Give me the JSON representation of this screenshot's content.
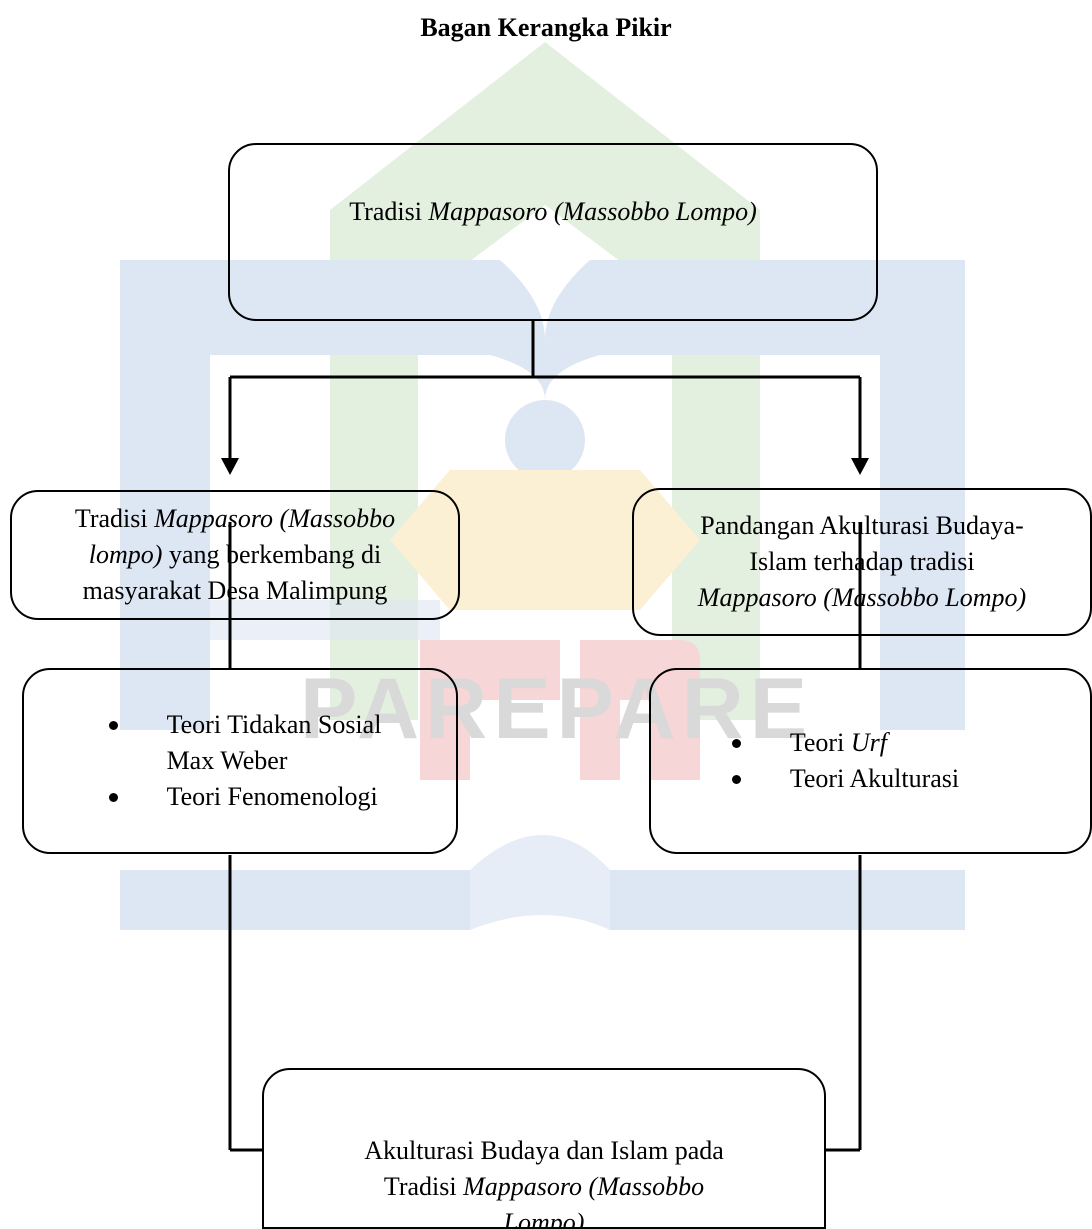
{
  "title": "Bagan Kerangka Pikir",
  "watermark": "PAREPARE",
  "nodes": {
    "root": {
      "prefix": "Tradisi ",
      "italic": "Mappasoro (Massobbo Lompo)"
    },
    "left": {
      "prefix": "Tradisi ",
      "italic1": "Mappasoro (Massobbo",
      "italic2": "lompo)",
      "suffix": " yang berkembang di",
      "line3": "masyarakat Desa Malimpung"
    },
    "right": {
      "line1": "Pandangan Akulturasi Budaya-",
      "line2": "Islam terhadap tradisi",
      "italic": "Mappasoro (Massobbo Lompo)"
    },
    "theories_left": {
      "item1_line1": "Teori Tidakan Sosial",
      "item1_line2": "Max Weber",
      "item2": "Teori Fenomenologi"
    },
    "theories_right": {
      "item1_prefix": "Teori ",
      "item1_italic": "Urf",
      "item2": "Teori Akulturasi"
    },
    "result": {
      "line1": "Akulturasi Budaya dan Islam pada",
      "line2_prefix": "Tradisi ",
      "line2_italic": "Mappasoro (Massobbo",
      "line3_italic": "Lompo)"
    }
  },
  "colors": {
    "watermark_green": "#e3efdf",
    "watermark_blue": "#dde6f3",
    "watermark_yellow": "#fbf0d4",
    "watermark_red": "#f6d6d6",
    "watermark_text": "#d9d9d9",
    "line": "#000000"
  }
}
